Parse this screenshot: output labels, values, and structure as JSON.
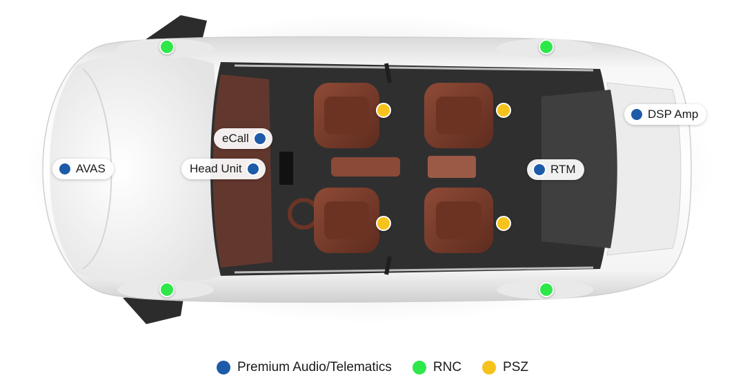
{
  "labels": {
    "dsp_amp": "DSP Amp",
    "ecall": "eCall",
    "avas": "AVAS",
    "head_unit": "Head Unit",
    "rtm": "RTM"
  },
  "legend": [
    {
      "label": "Premium Audio/Telematics",
      "color": "#1d5ba8"
    },
    {
      "label": "RNC",
      "color": "#2ee84a"
    },
    {
      "label": "PSZ",
      "color": "#f6c21c"
    }
  ],
  "colors": {
    "premium_audio_telematics": "#1d5ba8",
    "rnc": "#2ee84a",
    "psz": "#f6c21c",
    "body": "#f2f2f2",
    "seat": "#7a3d2c",
    "cabin": "#3a3a3a"
  }
}
